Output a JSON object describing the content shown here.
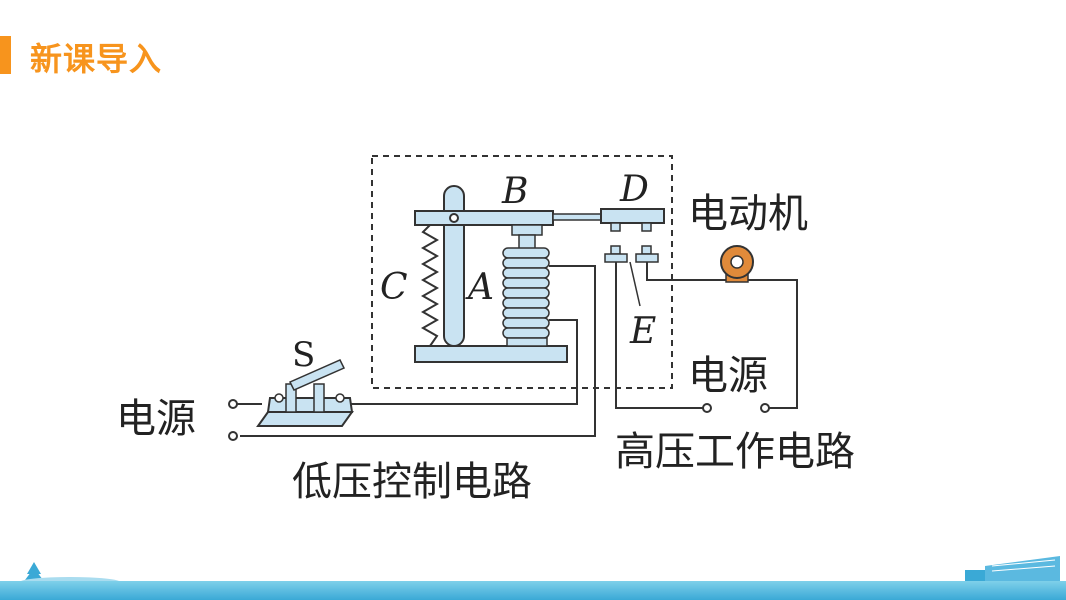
{
  "header": {
    "title": "新课导入"
  },
  "diagram": {
    "label_B": "B",
    "label_D": "D",
    "label_C": "C",
    "label_A": "A",
    "label_E": "E",
    "label_S": "S",
    "motor_label": "电动机",
    "power_right": "电源",
    "power_left": "电源",
    "high_voltage_circuit": "高压工作电路",
    "low_voltage_circuit": "低压控制电路"
  },
  "colors": {
    "accent": "#f7941d",
    "component_fill": "#c9e3f2",
    "line": "#333333",
    "motor": "#e08a3a",
    "footer": "#3aa9d6"
  }
}
